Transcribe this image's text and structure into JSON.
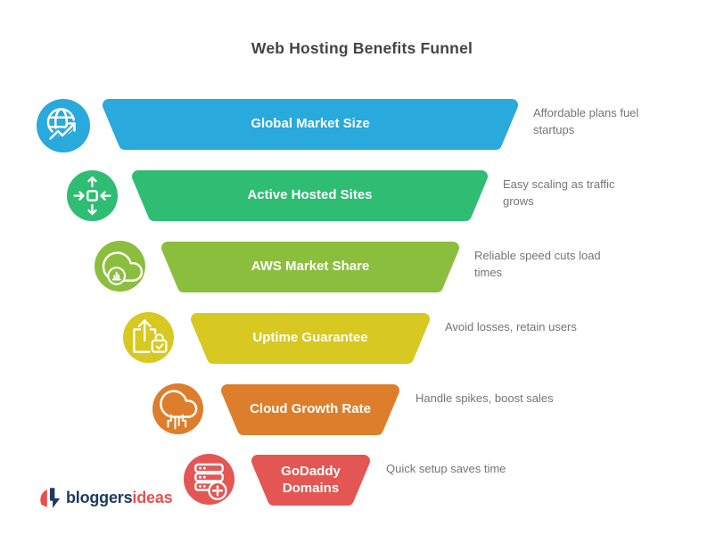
{
  "title": "Web Hosting Benefits Funnel",
  "rows": [
    {
      "label": "Global Market Size",
      "description": "Affordable plans fuel startups",
      "color": "#29A9DC",
      "icon": "globe-growth-icon"
    },
    {
      "label": "Active Hosted Sites",
      "description": "Easy scaling as traffic grows",
      "color": "#2EBD72",
      "icon": "expand-arrows-icon"
    },
    {
      "label": "AWS Market Share",
      "description": "Reliable speed cuts load times",
      "color": "#8CBE3E",
      "icon": "cloud-analytics-icon"
    },
    {
      "label": "Uptime Guarantee",
      "description": "Avoid losses, retain users",
      "color": "#D7C822",
      "icon": "secure-upload-icon"
    },
    {
      "label": "Cloud Growth Rate",
      "description": "Handle spikes, boost sales",
      "color": "#DD7E2C",
      "icon": "cloud-network-icon"
    },
    {
      "label": "GoDaddy Domains",
      "description": "Quick setup saves time",
      "color": "#E35653",
      "icon": "server-add-icon"
    }
  ],
  "logo": {
    "part1": "bloggers",
    "part2": "ideas",
    "color1": "#1E3A5F",
    "color2": "#E8504F"
  },
  "text_colors": {
    "title": "#454545",
    "description": "#757575",
    "bar_label": "#FFFFFF"
  }
}
